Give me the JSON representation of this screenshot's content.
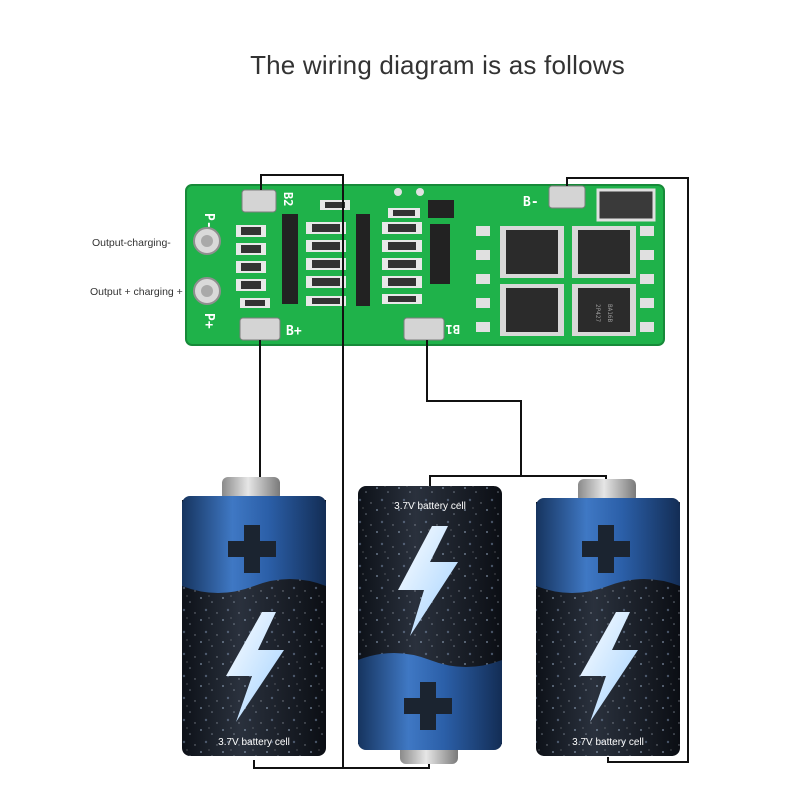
{
  "title": "The wiring diagram is as follows",
  "labels": {
    "output_minus": "Output-charging-",
    "output_plus": "Output + charging +"
  },
  "board": {
    "pads": {
      "p_minus": "P-",
      "p_plus": "P+",
      "b2": "B2",
      "b_minus": "B-",
      "b_plus": "B+",
      "b1": "B1"
    },
    "chip_markings": [
      "2P427",
      "BA16B"
    ]
  },
  "cells": [
    {
      "label": "3.7V battery cell",
      "orientation": "positive-up"
    },
    {
      "label": "3.7V battery cell",
      "orientation": "positive-down"
    },
    {
      "label": "3.7V battery cell",
      "orientation": "positive-up"
    }
  ],
  "colors": {
    "pcb": "#1fb24a",
    "wire": "#111111",
    "cell_blue": "#2b5fa8",
    "cell_dark": "#1a1f29"
  }
}
